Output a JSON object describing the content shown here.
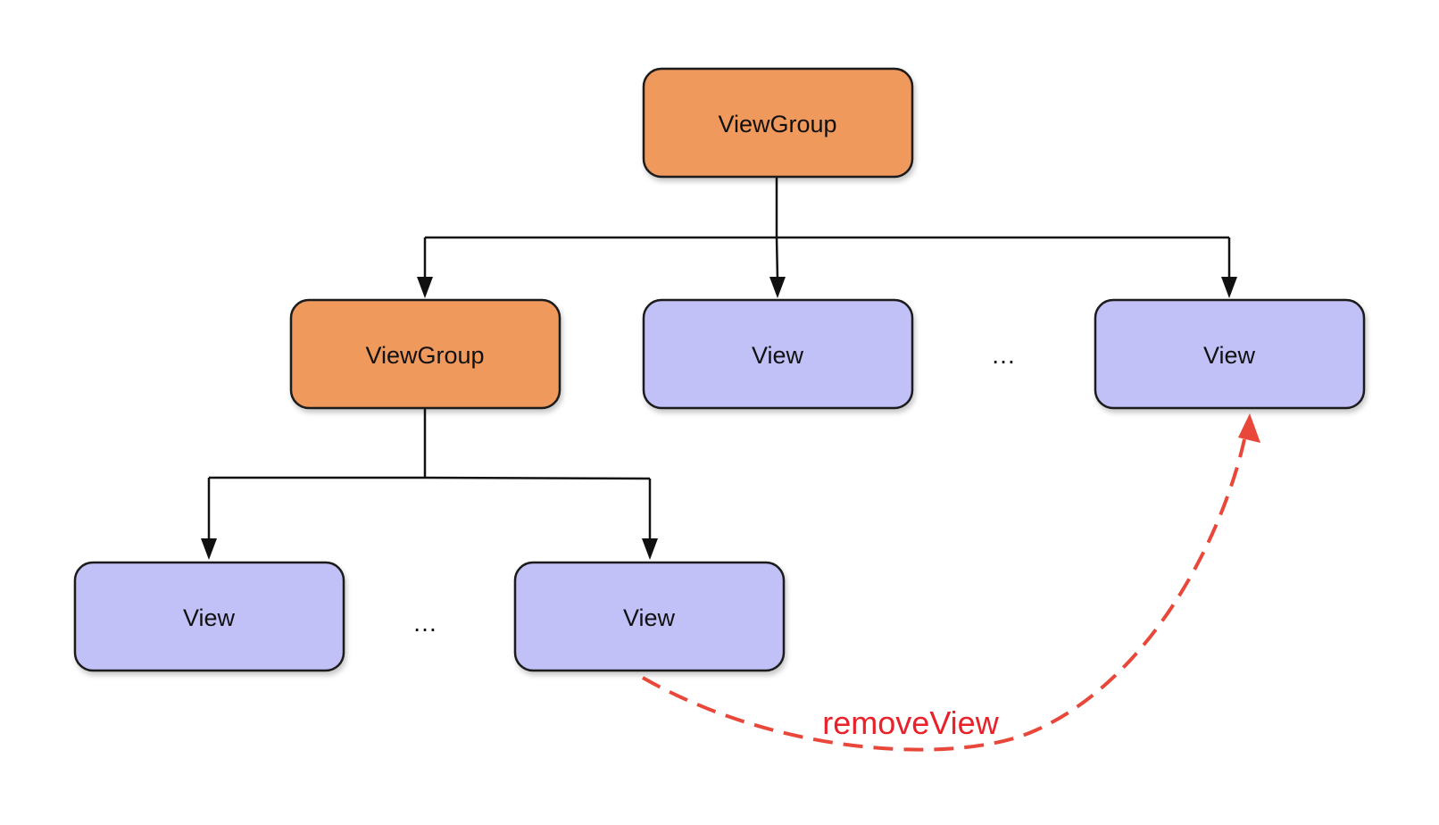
{
  "colors": {
    "viewgroup_fill": "#F0995B",
    "view_fill": "#C1C1F7",
    "edge_stroke": "#111111",
    "annotation": "#E8473A",
    "annotation_text": "#E8212A"
  },
  "nodes": {
    "root": {
      "label": "ViewGroup",
      "kind": "viewgroup"
    },
    "child_group": {
      "label": "ViewGroup",
      "kind": "viewgroup"
    },
    "child_view_1": {
      "label": "View",
      "kind": "view"
    },
    "child_view_2": {
      "label": "View",
      "kind": "view"
    },
    "leaf_view_1": {
      "label": "View",
      "kind": "view"
    },
    "leaf_view_2": {
      "label": "View",
      "kind": "view"
    }
  },
  "ellipses": {
    "row2": "…",
    "row3": "…"
  },
  "edges": [
    {
      "from": "root",
      "to": "child_group"
    },
    {
      "from": "root",
      "to": "child_view_1"
    },
    {
      "from": "root",
      "to": "child_view_2"
    },
    {
      "from": "child_group",
      "to": "leaf_view_1"
    },
    {
      "from": "child_group",
      "to": "leaf_view_2"
    }
  ],
  "annotation": {
    "label": "removeView",
    "from": "leaf_view_2",
    "to": "child_view_2",
    "style": "dashed"
  }
}
